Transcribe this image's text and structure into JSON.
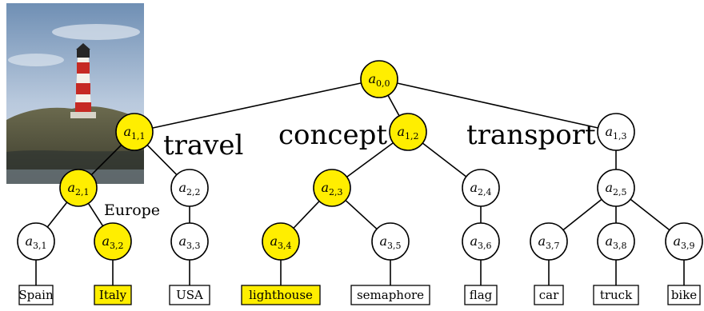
{
  "colors": {
    "highlight": "#ffee00",
    "stroke": "#000000",
    "background": "#ffffff"
  },
  "photo": {
    "subject": "lighthouse-on-rocky-island"
  },
  "category_labels": {
    "travel": "travel",
    "concept": "concept",
    "transport": "transport",
    "europe": "Europe"
  },
  "nodes": {
    "a00": {
      "base": "a",
      "sub": "0,0",
      "highlighted": true
    },
    "a11": {
      "base": "a",
      "sub": "1,1",
      "highlighted": true
    },
    "a12": {
      "base": "a",
      "sub": "1,2",
      "highlighted": true
    },
    "a13": {
      "base": "a",
      "sub": "1,3",
      "highlighted": false
    },
    "a21": {
      "base": "a",
      "sub": "2,1",
      "highlighted": true
    },
    "a22": {
      "base": "a",
      "sub": "2,2",
      "highlighted": false
    },
    "a23": {
      "base": "a",
      "sub": "2,3",
      "highlighted": true
    },
    "a24": {
      "base": "a",
      "sub": "2,4",
      "highlighted": false
    },
    "a25": {
      "base": "a",
      "sub": "2,5",
      "highlighted": false
    },
    "a31": {
      "base": "a",
      "sub": "3,1",
      "highlighted": false
    },
    "a32": {
      "base": "a",
      "sub": "3,2",
      "highlighted": true
    },
    "a33": {
      "base": "a",
      "sub": "3,3",
      "highlighted": false
    },
    "a34": {
      "base": "a",
      "sub": "3,4",
      "highlighted": true
    },
    "a35": {
      "base": "a",
      "sub": "3,5",
      "highlighted": false
    },
    "a36": {
      "base": "a",
      "sub": "3,6",
      "highlighted": false
    },
    "a37": {
      "base": "a",
      "sub": "3,7",
      "highlighted": false
    },
    "a38": {
      "base": "a",
      "sub": "3,8",
      "highlighted": false
    },
    "a39": {
      "base": "a",
      "sub": "3,9",
      "highlighted": false
    }
  },
  "leaves": {
    "spain": {
      "label": "Spain",
      "highlighted": false
    },
    "italy": {
      "label": "Italy",
      "highlighted": true
    },
    "usa": {
      "label": "USA",
      "highlighted": false
    },
    "lighthouse": {
      "label": "lighthouse",
      "highlighted": true
    },
    "semaphore": {
      "label": "semaphore",
      "highlighted": false
    },
    "flag": {
      "label": "flag",
      "highlighted": false
    },
    "car": {
      "label": "car",
      "highlighted": false
    },
    "truck": {
      "label": "truck",
      "highlighted": false
    },
    "bike": {
      "label": "bike",
      "highlighted": false
    }
  }
}
